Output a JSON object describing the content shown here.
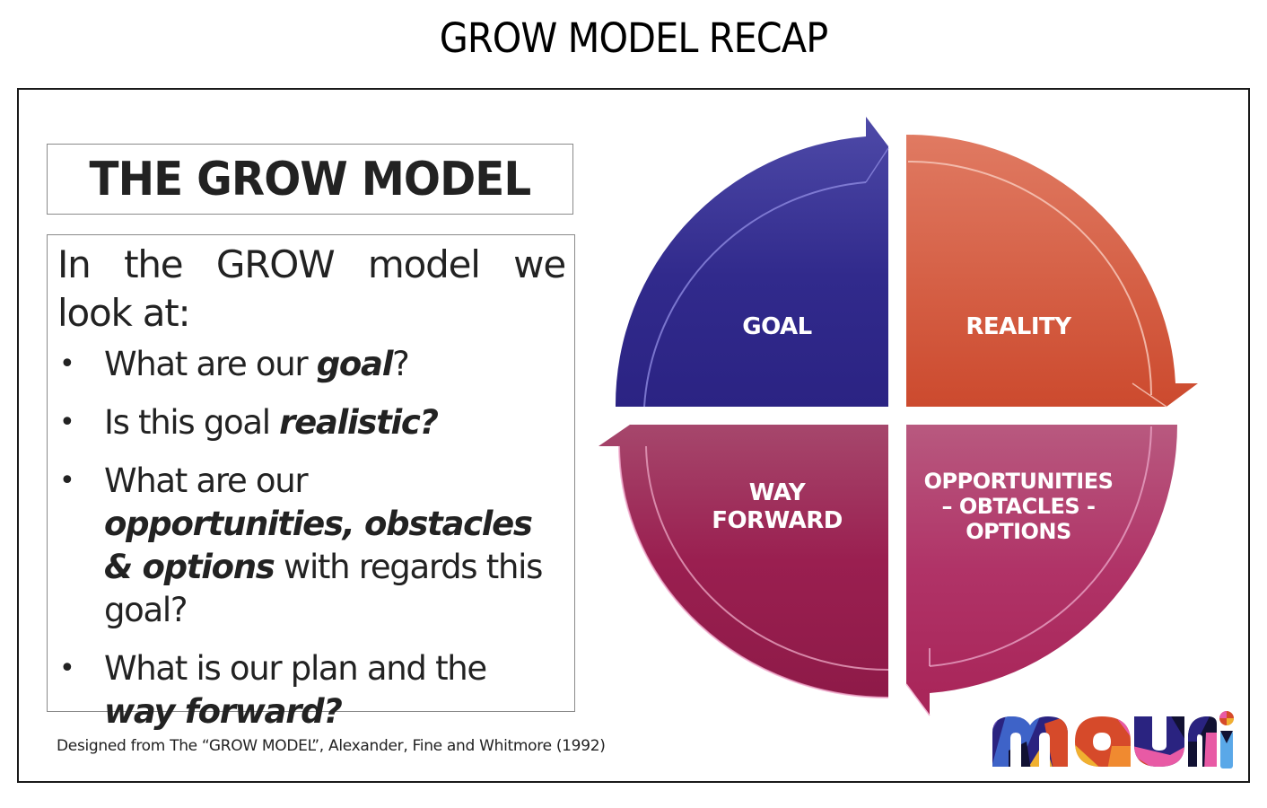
{
  "header": {
    "title": "GROW MODEL RECAP"
  },
  "slide": {
    "model_title": "THE GROW MODEL",
    "intro": {
      "words_line1": [
        "In",
        "the",
        "GROW",
        "model",
        "we"
      ],
      "line2": "look at:"
    },
    "bullets": [
      {
        "before": "What are our ",
        "emphasis": "goal",
        "after": "?"
      },
      {
        "before": "Is this goal ",
        "emphasis": "realistic?",
        "after": ""
      },
      {
        "before": "What are our ",
        "emphasis": "opportunities, obstacles & options",
        "after": " with regards this goal?"
      },
      {
        "before": "What is our plan and the ",
        "emphasis": "way forward?",
        "after": ""
      }
    ],
    "bullet_glyph": "•",
    "credit": "Designed from The “GROW MODEL”, Alexander, Fine and Whitmore (1992)"
  },
  "diagram": {
    "quadrants": [
      {
        "id": "goal",
        "label_lines": [
          "GOAL"
        ],
        "color_top": "#4a46a6",
        "color_bottom": "#2b2383",
        "arrow": "clockwise-right"
      },
      {
        "id": "reality",
        "label_lines": [
          "REALITY"
        ],
        "color_top": "#e07158",
        "color_bottom": "#cc4a2e",
        "arrow": "clockwise-down"
      },
      {
        "id": "options",
        "label_lines": [
          "OPPORTUNITIES",
          "– OBTACLES -",
          "OPTIONS"
        ],
        "color_top": "#b65a7e",
        "color_bottom": "#a82458",
        "arrow": "clockwise-left"
      },
      {
        "id": "way-forward",
        "label_lines": [
          "WAY",
          "FORWARD"
        ],
        "color_top": "#a34668",
        "color_bottom": "#8e1a48",
        "arrow": "clockwise-up"
      }
    ]
  },
  "logo": {
    "text": "mauni",
    "colors": [
      "#2a2380",
      "#3e63c8",
      "#d64a2a",
      "#e85aa5",
      "#f0b030",
      "#5aa8e8",
      "#111133"
    ]
  }
}
